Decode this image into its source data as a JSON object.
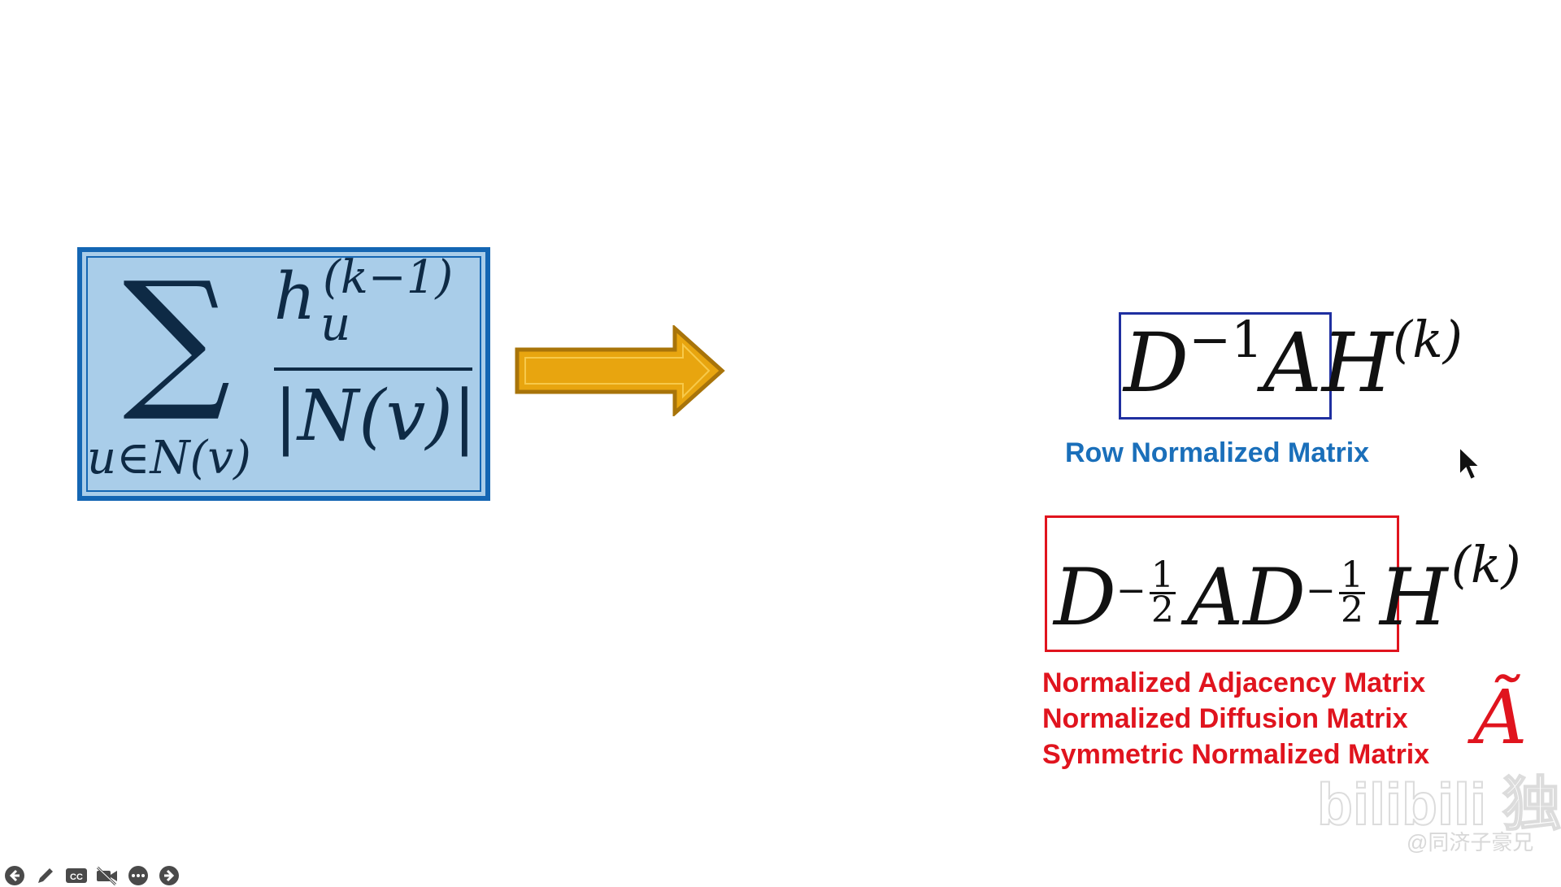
{
  "sum_formula": {
    "sigma": "∑",
    "subscript": "u∈N(v)",
    "numerator_base": "h",
    "numerator_sup": "(k−1)",
    "numerator_sub": "u",
    "denominator": "|N(v)|"
  },
  "row_normalized": {
    "d": "D",
    "d_exp": "−1",
    "a": "A",
    "h": "H",
    "h_sup": "(k)",
    "label": "Row Normalized Matrix"
  },
  "symmetric_normalized": {
    "d1": "D",
    "a": "A",
    "d2": "D",
    "exp_minus": "−",
    "exp_num": "1",
    "exp_den": "2",
    "h": "H",
    "h_sup": "(k)",
    "labels": [
      "Normalized Adjacency Matrix",
      "Normalized Diffusion Matrix",
      "Symmetric Normalized Matrix"
    ],
    "symbol": "Ã"
  },
  "watermark": {
    "text": "bilibili 独家",
    "sub": "@同济子豪兄"
  },
  "toolbar": {
    "icons": [
      "prev-icon",
      "pen-icon",
      "cc-icon",
      "video-off-icon",
      "more-icon",
      "next-icon"
    ],
    "cc_label": "CC"
  },
  "colors": {
    "box_fill": "#a9cde9",
    "box_border": "#1466b3",
    "arrow": "#e8a50f",
    "row_box": "#1f2fa0",
    "row_label": "#1a6fba",
    "sym_box": "#e0141e",
    "sym_label": "#e0141e"
  }
}
